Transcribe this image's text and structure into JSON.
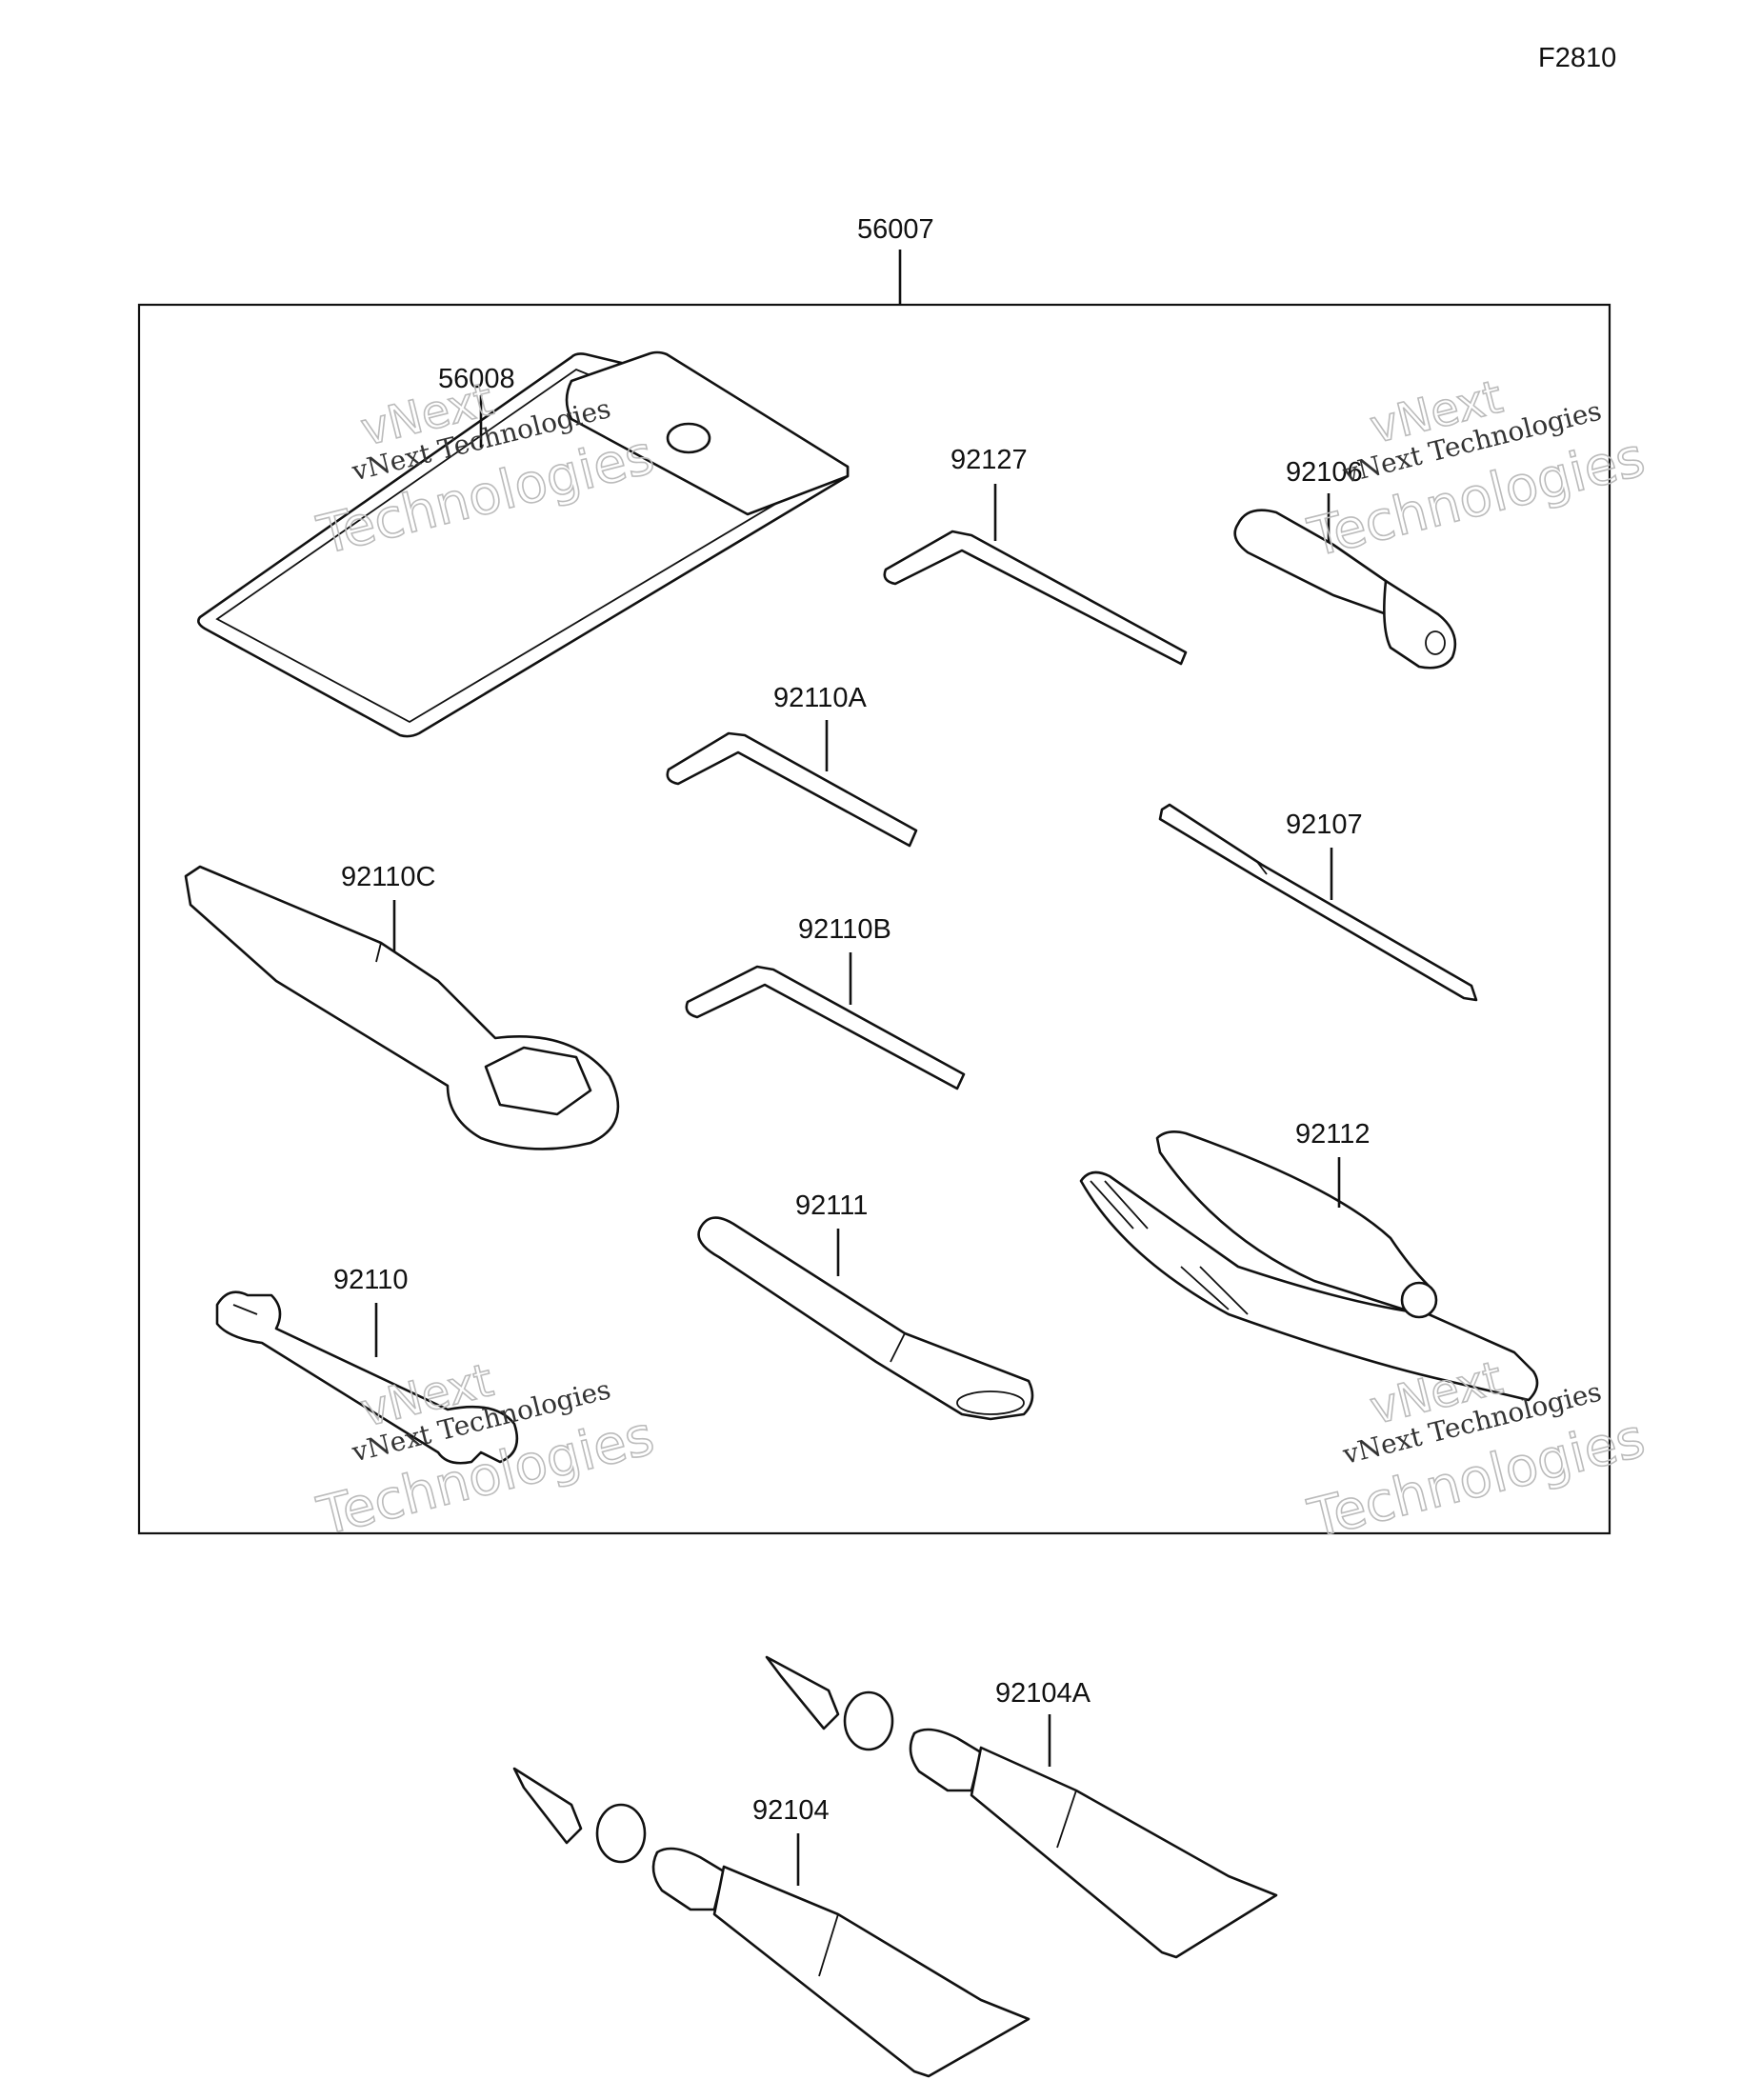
{
  "figure_code": "F2810",
  "parts": {
    "kit": "56007",
    "case": "56008",
    "wrench_hex_92127": "92127",
    "bit_92106": "92106",
    "wrench_hex_92110A": "92110A",
    "screwdriver_92107": "92107",
    "wrench_box_92110C": "92110C",
    "wrench_hex_92110B": "92110B",
    "pliers_92112": "92112",
    "handle_92111": "92111",
    "wrench_open_92110": "92110",
    "grease_92104": "92104",
    "grease_92104A": "92104A"
  },
  "watermark": {
    "line1": "vNext Technologies",
    "line2": "Technologies",
    "logo": "vNext"
  }
}
